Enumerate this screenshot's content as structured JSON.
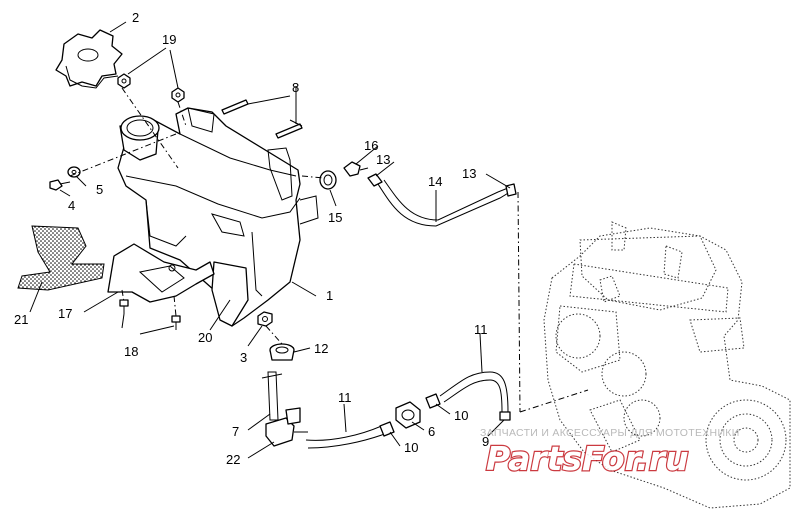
{
  "callouts": {
    "c1": "1",
    "c2": "2",
    "c3": "3",
    "c4": "4",
    "c5": "5",
    "c6": "6",
    "c7": "7",
    "c8": "8",
    "c9": "9",
    "c10a": "10",
    "c10b": "10",
    "c11a": "11",
    "c11b": "11",
    "c12": "12",
    "c13a": "13",
    "c13b": "13",
    "c14": "14",
    "c15": "15",
    "c16": "16",
    "c17": "17",
    "c18": "18",
    "c19": "19",
    "c20": "20",
    "c21": "21",
    "c22": "22"
  },
  "watermark": {
    "caption": "ЗАПЧАСТИ И АКСЕССУАРЫ ДЛЯ МОТОТЕХНИКИ",
    "logo": "PartsFor.ru",
    "logo_color": "#c2181f"
  },
  "colors": {
    "line": "#000000",
    "background": "#ffffff"
  }
}
